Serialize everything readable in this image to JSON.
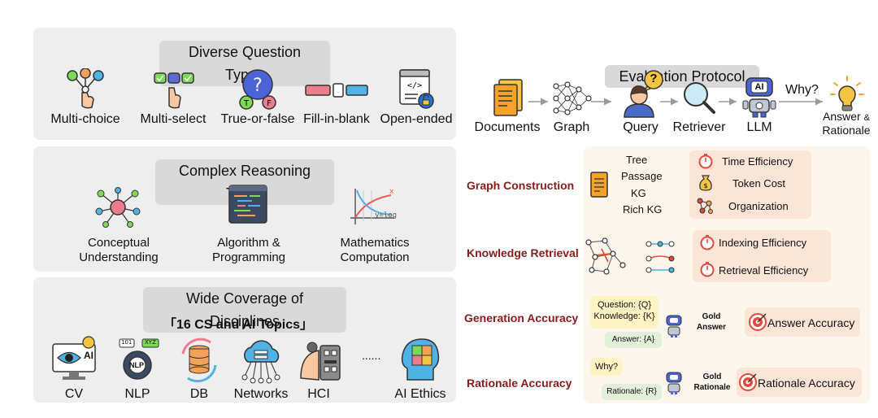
{
  "panels": {
    "questions": {
      "title": "Diverse Question Types",
      "items": [
        "Multi-choice",
        "Multi-select",
        "True-or-false",
        "Fill-in-blank",
        "Open-ended"
      ]
    },
    "reasoning": {
      "title": "Complex Reasoning Tasks",
      "items": [
        {
          "line1": "Conceptual",
          "line2": "Understanding"
        },
        {
          "line1": "Algorithm &",
          "line2": "Programming"
        },
        {
          "line1": "Mathematics",
          "line2": "Computation"
        }
      ],
      "math_icon_text": "y=log"
    },
    "disciplines": {
      "title": "Wide Coverage of Disciplines",
      "subtitle": "「16 CS and AI Topics」",
      "items": [
        "CV",
        "NLP",
        "DB",
        "Networks",
        "HCI",
        "AI Ethics"
      ],
      "ellipsis": "......",
      "icon_texts": {
        "cv": "AI",
        "nlp": "NLP",
        "nlp_a": "101",
        "nlp_b": "XYZ"
      }
    }
  },
  "protocol": {
    "title": "Evaluation Protocol",
    "pipeline": [
      "Documents",
      "Graph",
      "Query",
      "Retriever",
      "LLM"
    ],
    "why": "Why?",
    "query_mark": "?",
    "llm_chip": "AI",
    "final_line1": "Answer",
    "final_amp": "&",
    "final_line2": "Rationale"
  },
  "rows": {
    "graph_construction": {
      "label": "Graph Construction",
      "types": [
        "Tree",
        "Passage",
        "KG",
        "Rich KG"
      ],
      "metrics": [
        "Time Efficiency",
        "Token Cost",
        "Organization"
      ]
    },
    "knowledge_retrieval": {
      "label": "Knowledge Retrieval",
      "metrics": [
        "Indexing Efficiency",
        "Retrieval Efficiency"
      ]
    },
    "generation_accuracy": {
      "label": "Generation Accuracy",
      "question": "Question: {Q}",
      "knowledge": "Knowledge: {K}",
      "answer": "Answer: {A}",
      "gold1": "Gold",
      "gold2": "Answer",
      "metric": "Answer Accuracy"
    },
    "rationale_accuracy": {
      "label": "Rationale Accuracy",
      "why": "Why?",
      "rationale": "Rationale: {R}",
      "gold1": "Gold",
      "gold2": "Rationale",
      "metric": "Rationale Accuracy"
    }
  },
  "colors": {
    "panel_bg": "#eeeeee",
    "title_bg": "#d9d9d9",
    "row_label": "#8b1a1a",
    "metric_bg": "#fbe5d6",
    "bubble_bg": "#fff2c2",
    "green_bg": "#e2f0d9",
    "target_red": "#e04a3b"
  }
}
